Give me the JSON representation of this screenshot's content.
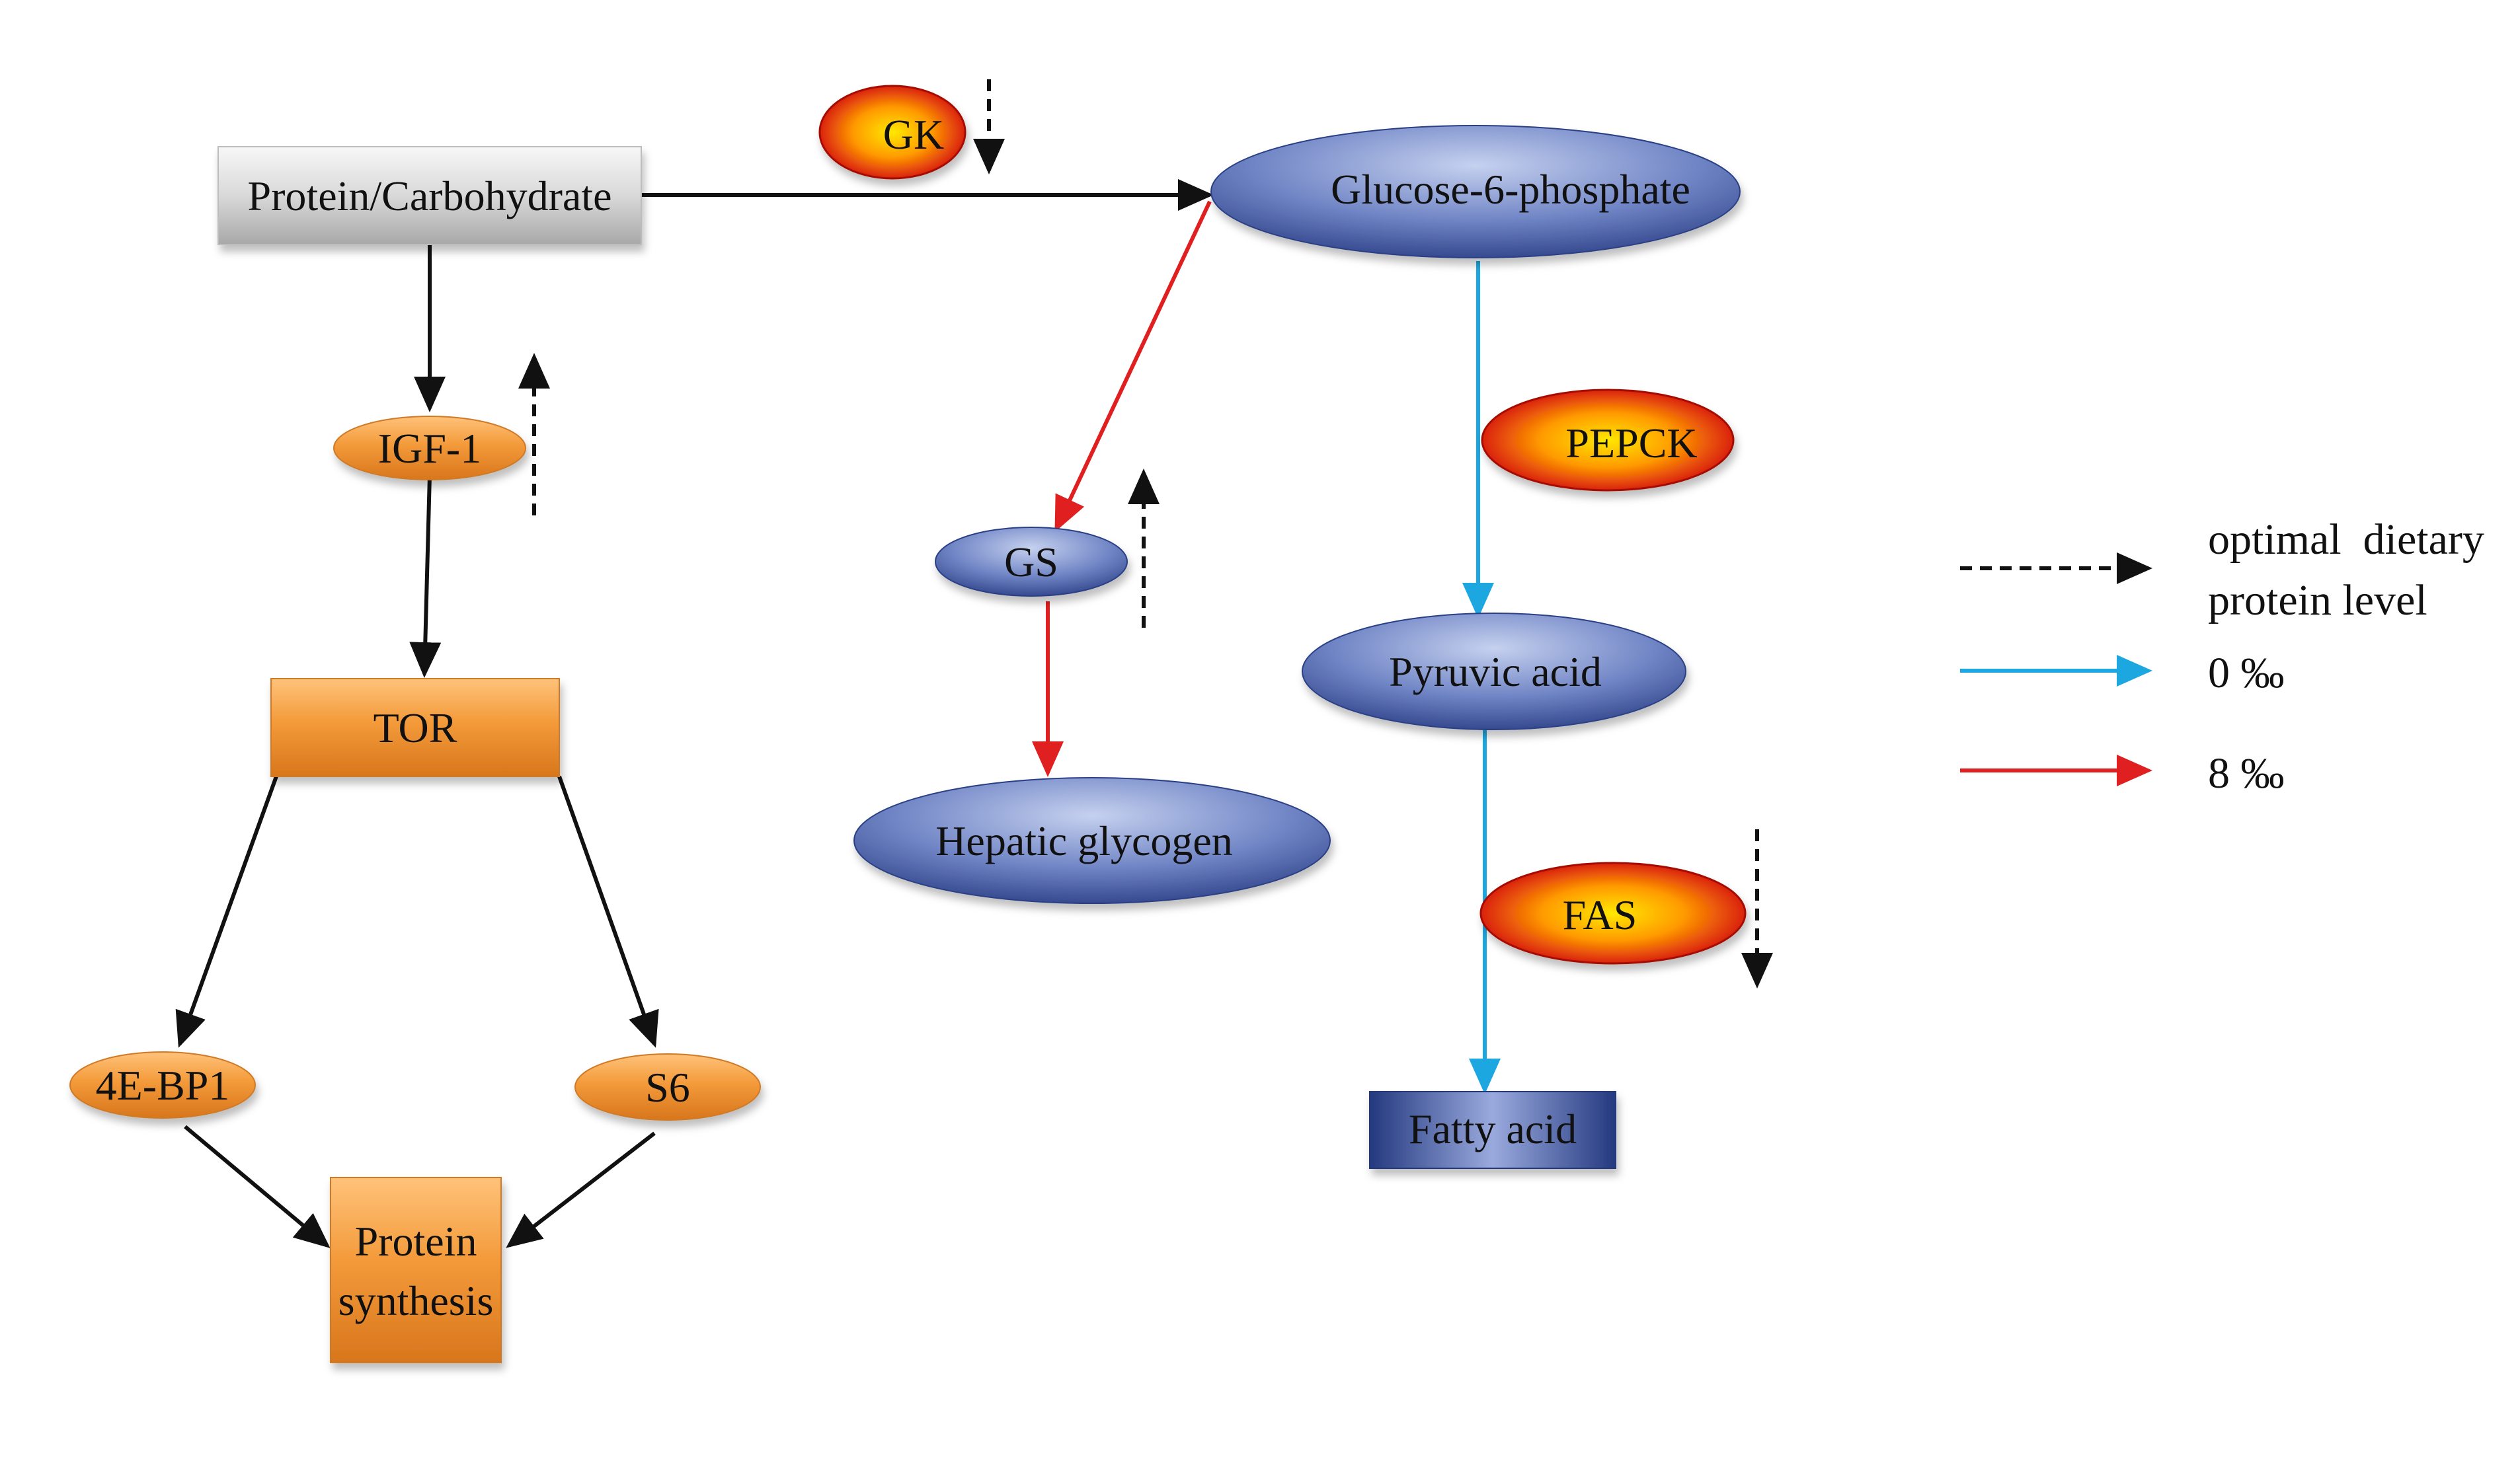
{
  "nodes": {
    "protein_carbohydrate": "Protein/Carbohydrate",
    "igf1": "IGF-1",
    "tor": "TOR",
    "eb4p1": "4E-BP1",
    "s6": "S6",
    "protein_synthesis_line1": "Protein",
    "protein_synthesis_line2": "synthesis",
    "gk": "GK",
    "glucose6p": "Glucose-6-phosphate",
    "gs": "GS",
    "hepatic_glycogen": "Hepatic glycogen",
    "pepck": "PEPCK",
    "pyruvic_acid": "Pyruvic acid",
    "fas": "FAS",
    "fatty_acid": "Fatty acid"
  },
  "legend": {
    "dashed_label_line1": "optimal  dietary",
    "dashed_label_line2": "protein level",
    "blue_label": "0 ‰",
    "red_label": "8 ‰"
  },
  "colors": {
    "black_arrow": "#111111",
    "blue_arrow": "#1ca7e0",
    "red_arrow": "#e02020",
    "orange_node": "#f39a3a",
    "blue_node": "#3c54a0",
    "enzyme_red": "#d81c10",
    "enzyme_yellow": "#ffcc00",
    "gray_box": "#cfcfcf"
  }
}
